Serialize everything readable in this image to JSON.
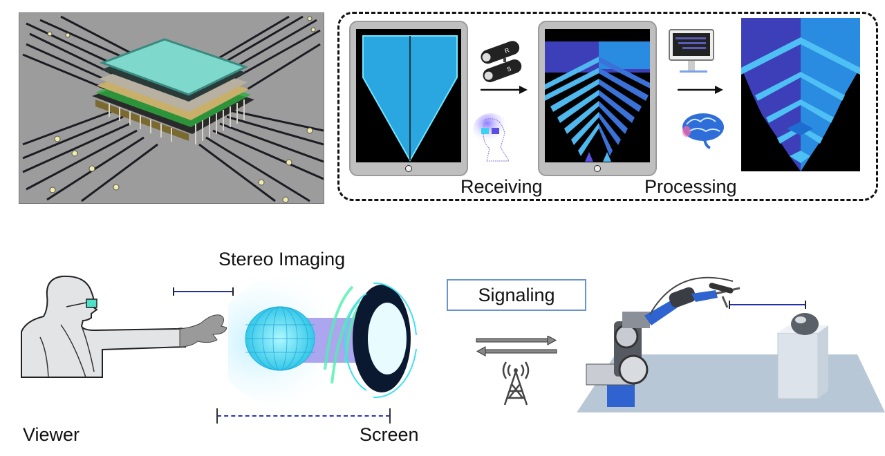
{
  "figure": {
    "top_left_panel": {
      "name": "layered chip on circuit board",
      "icon": "chip-illustration"
    },
    "pipeline": {
      "labels": {
        "receiving": "Receiving",
        "processing": "Processing"
      },
      "camera_labels": {
        "top": "R",
        "bottom": "S"
      },
      "icons": [
        "tablet-v-shape",
        "stereo-camera-icon",
        "vr-head-icon",
        "tablet-striped-3d",
        "monitor-noise-icon",
        "brain-icon",
        "reconstructed-3d-shape"
      ]
    },
    "bottom": {
      "stereo_imaging_label": "Stereo Imaging",
      "viewer_label": "Viewer",
      "screen_label": "Screen",
      "signaling_label": "Signaling",
      "icons": [
        "viewer-silhouette",
        "hologram-sphere",
        "bidirectional-arrows-icon",
        "antenna-tower-icon",
        "robot-arm",
        "sphere-on-pedestal"
      ]
    },
    "colors": {
      "accent_blue": "#2aa7e0",
      "deep_blue": "#3a3fb5",
      "scale_bar": "#2233aa",
      "signal_box_border": "#6a94c8",
      "chip_bg": "#9a9a9a",
      "hologram_cyan": "#3fe0f0"
    }
  }
}
